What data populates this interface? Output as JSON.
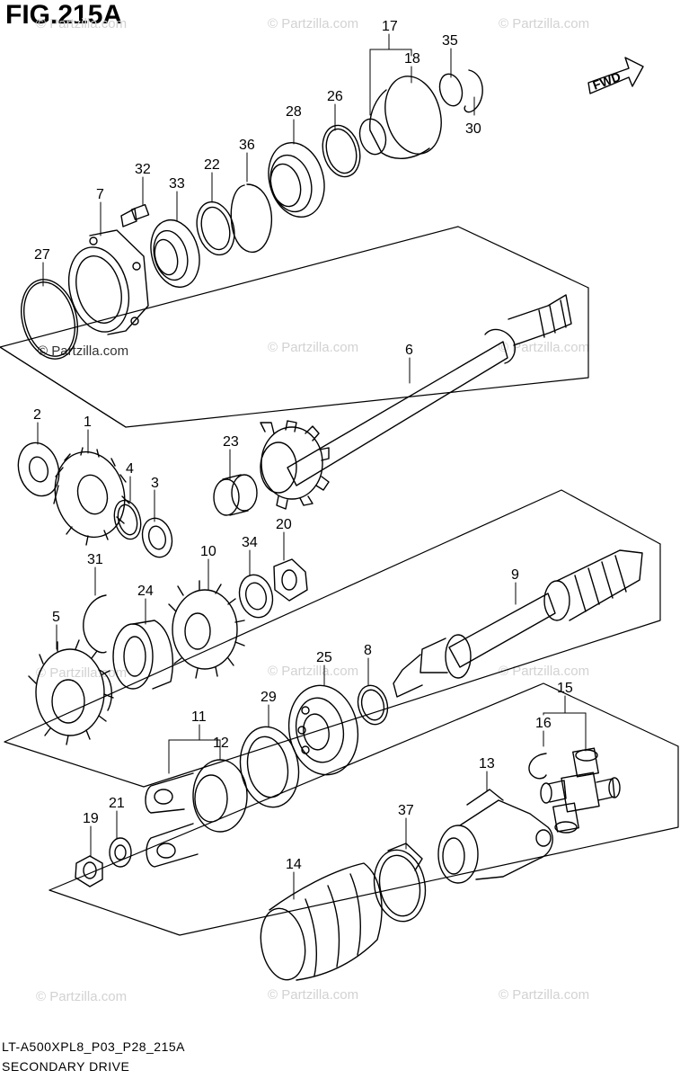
{
  "figure": {
    "title": "FIG.215A",
    "code": "LT-A500XPL8_P03_P28_215A",
    "name": "SECONDARY DRIVE",
    "direction_label": "FWD"
  },
  "watermarks": {
    "text": "© Partzilla.com"
  },
  "part_numbers": {
    "p1": "1",
    "p2": "2",
    "p3": "3",
    "p4": "4",
    "p5": "5",
    "p6": "6",
    "p7": "7",
    "p8": "8",
    "p9": "9",
    "p10": "10",
    "p11": "11",
    "p12": "12",
    "p13": "13",
    "p14": "14",
    "p15": "15",
    "p16": "16",
    "p17": "17",
    "p18": "18",
    "p19": "19",
    "p20": "20",
    "p21": "21",
    "p22": "22",
    "p23": "23",
    "p24": "24",
    "p25": "25",
    "p26": "26",
    "p27": "27",
    "p28": "28",
    "p29": "29",
    "p30": "30",
    "p31": "31",
    "p32": "32",
    "p33": "33",
    "p34": "34",
    "p35": "35",
    "p36": "36",
    "p37": "37"
  }
}
